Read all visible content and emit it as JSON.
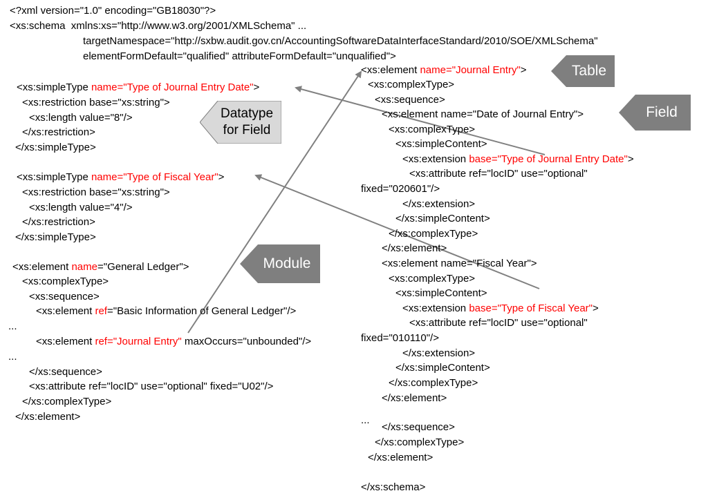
{
  "header": [
    {
      "segments": [
        {
          "t": "<?xml version=\"1.0\" encoding=\"GB18030\"?>"
        }
      ]
    },
    {
      "segments": [
        {
          "t": "<xs:schema  xmlns:xs=\"http://www.w3.org/2001/XMLSchema\" ..."
        }
      ]
    },
    {
      "segments": [
        {
          "t": "targetNamespace=\"http://sxbw.audit.gov.cn/AccountingSoftwareDataInterfaceStandard/2010/SOE/XMLSchema\""
        }
      ]
    },
    {
      "segments": [
        {
          "t": "elementFormDefault=\"qualified\" attributeFormDefault=\"unqualified\">"
        }
      ]
    }
  ],
  "left_code": [
    {
      "segments": [
        {
          "t": "<xs:simpleType "
        },
        {
          "t": "name=\"Type of Journal Entry Date\"",
          "red": true
        },
        {
          "t": ">"
        }
      ]
    },
    {
      "segments": [
        {
          "t": "<xs:restriction base=\"xs:string\">"
        }
      ]
    },
    {
      "segments": [
        {
          "t": "<xs:length value=\"8\"/>"
        }
      ]
    },
    {
      "segments": [
        {
          "t": "</xs:restriction>"
        }
      ]
    },
    {
      "segments": [
        {
          "t": "</xs:simpleType>"
        }
      ]
    },
    {
      "segments": [
        {
          "t": "<xs:simpleType "
        },
        {
          "t": "name=\"Type of Fiscal Year\"",
          "red": true
        },
        {
          "t": ">"
        }
      ]
    },
    {
      "segments": [
        {
          "t": "<xs:restriction base=\"xs:string\">"
        }
      ]
    },
    {
      "segments": [
        {
          "t": "<xs:length value=\"4\"/>"
        }
      ]
    },
    {
      "segments": [
        {
          "t": "</xs:restriction>"
        }
      ]
    },
    {
      "segments": [
        {
          "t": "</xs:simpleType>"
        }
      ]
    },
    {
      "segments": [
        {
          "t": "<xs:element "
        },
        {
          "t": "name",
          "red": true
        },
        {
          "t": "=\"General Ledger\">"
        }
      ]
    },
    {
      "segments": [
        {
          "t": "<xs:complexType>"
        }
      ]
    },
    {
      "segments": [
        {
          "t": "<xs:sequence>"
        }
      ]
    },
    {
      "segments": [
        {
          "t": "<xs:element "
        },
        {
          "t": "ref",
          "red": true
        },
        {
          "t": "=\"Basic Information of General Ledger\"/>"
        }
      ]
    },
    {
      "segments": [
        {
          "t": "..."
        }
      ]
    },
    {
      "segments": [
        {
          "t": "<xs:element "
        },
        {
          "t": "ref=\"Journal Entry\"",
          "red": true
        },
        {
          "t": " maxOccurs=\"unbounded\"/>"
        }
      ]
    },
    {
      "segments": [
        {
          "t": "..."
        }
      ]
    },
    {
      "segments": [
        {
          "t": "</xs:sequence>"
        }
      ]
    },
    {
      "segments": [
        {
          "t": "<xs:attribute ref=\"locID\" use=\"optional\" fixed=\"U02\"/>"
        }
      ]
    },
    {
      "segments": [
        {
          "t": "</xs:complexType>"
        }
      ]
    },
    {
      "segments": [
        {
          "t": "</xs:element>"
        }
      ]
    }
  ],
  "right_code": [
    {
      "segments": [
        {
          "t": "<xs:element "
        },
        {
          "t": "name=\"Journal Entry\"",
          "red": true
        },
        {
          "t": ">"
        }
      ]
    },
    {
      "segments": [
        {
          "t": "<xs:complexType>"
        }
      ]
    },
    {
      "segments": [
        {
          "t": "<xs:sequence>"
        }
      ]
    },
    {
      "segments": [
        {
          "t": "<xs:element name=\"Date of Journal Entry\">"
        }
      ]
    },
    {
      "segments": [
        {
          "t": "<xs:complexType>"
        }
      ]
    },
    {
      "segments": [
        {
          "t": "<xs:simpleContent>"
        }
      ]
    },
    {
      "segments": [
        {
          "t": "<xs:extension "
        },
        {
          "t": "base=\"Type of Journal Entry Date\"",
          "red": true
        },
        {
          "t": ">"
        }
      ]
    },
    {
      "segments": [
        {
          "t": "<xs:attribute ref=\"locID\" use=\"optional\""
        }
      ]
    },
    {
      "segments": [
        {
          "t": "fixed=\"020601\"/>"
        }
      ]
    },
    {
      "segments": [
        {
          "t": "</xs:extension>"
        }
      ]
    },
    {
      "segments": [
        {
          "t": "</xs:simpleContent>"
        }
      ]
    },
    {
      "segments": [
        {
          "t": "</xs:complexType>"
        }
      ]
    },
    {
      "segments": [
        {
          "t": "</xs:element>"
        }
      ]
    },
    {
      "segments": [
        {
          "t": "<xs:element name=\"Fiscal Year\">"
        }
      ]
    },
    {
      "segments": [
        {
          "t": "<xs:complexType>"
        }
      ]
    },
    {
      "segments": [
        {
          "t": "<xs:simpleContent>"
        }
      ]
    },
    {
      "segments": [
        {
          "t": "<xs:extension "
        },
        {
          "t": "base=\"Type of Fiscal Year\"",
          "red": true
        },
        {
          "t": ">"
        }
      ]
    },
    {
      "segments": [
        {
          "t": "<xs:attribute ref=\"locID\" use=\"optional\""
        }
      ]
    },
    {
      "segments": [
        {
          "t": "fixed=\"010110\"/>"
        }
      ]
    },
    {
      "segments": [
        {
          "t": "</xs:extension>"
        }
      ]
    },
    {
      "segments": [
        {
          "t": "</xs:simpleContent>"
        }
      ]
    },
    {
      "segments": [
        {
          "t": "</xs:complexType>"
        }
      ]
    },
    {
      "segments": [
        {
          "t": "</xs:element>"
        }
      ]
    },
    {
      "segments": [
        {
          "t": "..."
        }
      ]
    },
    {
      "segments": [
        {
          "t": "</xs:sequence>"
        }
      ]
    },
    {
      "segments": [
        {
          "t": "</xs:complexType>"
        }
      ]
    },
    {
      "segments": [
        {
          "t": "</xs:element>"
        }
      ]
    },
    {
      "segments": [
        {
          "t": "</xs:schema>"
        }
      ]
    }
  ],
  "callouts": {
    "table": "Table",
    "field": "Field",
    "module": "Module",
    "datatype": "Datatype for Field"
  },
  "colors": {
    "highlight": "#ff0000",
    "callout_fill": "#7f7f7f",
    "datatype_fill": "#d9d9d9",
    "arrow": "#808080"
  }
}
